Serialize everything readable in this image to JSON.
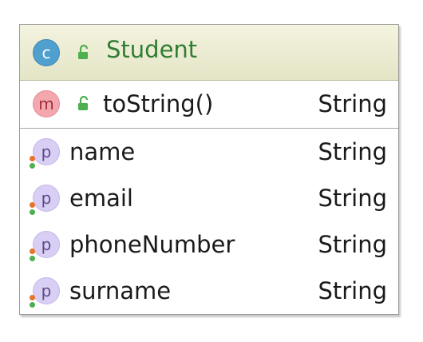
{
  "class": {
    "kind_badge": "c",
    "name": "Student"
  },
  "methods": [
    {
      "badge": "m",
      "name": "toString()",
      "type": "String"
    }
  ],
  "fields": [
    {
      "badge": "p",
      "name": "name",
      "type": "String"
    },
    {
      "badge": "p",
      "name": "email",
      "type": "String"
    },
    {
      "badge": "p",
      "name": "phoneNumber",
      "type": "String"
    },
    {
      "badge": "p",
      "name": "surname",
      "type": "String"
    }
  ],
  "colors": {
    "header_bg": "#e8e8cc",
    "class_name": "#2e7d32",
    "class_badge": "#4f9fcf",
    "method_badge": "#f4a8ae",
    "property_badge": "#d9cff4",
    "lock_icon": "#4caf50",
    "getter_dot": "#e8742a",
    "setter_dot": "#4caf50"
  },
  "icons": {
    "class_icon": "class-badge-icon",
    "visibility_icon": "unlocked-padlock-icon",
    "method_icon": "method-badge-icon",
    "property_icon": "property-badge-icon"
  }
}
